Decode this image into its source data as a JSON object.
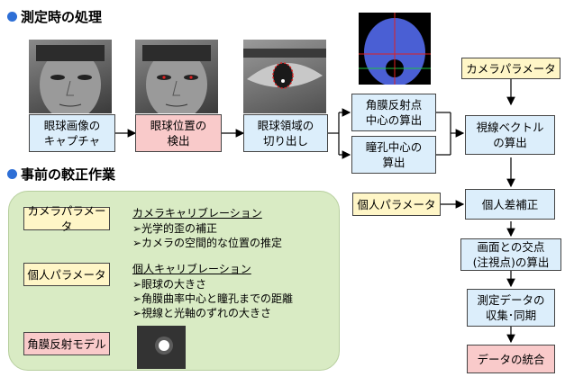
{
  "section1_title": "測定時の処理",
  "section2_title": "事前の較正作業",
  "flow": {
    "capture": "眼球画像の\nキャプチャ",
    "detect": "眼球位置の\n検出",
    "extract": "眼球領域の\n切り出し",
    "cornea_center": "角膜反射点\n中心の算出",
    "pupil_center": "瞳孔中心の\n算出",
    "camera_param": "カメラパラメータ",
    "gaze_vector": "視線ベクトル\nの算出",
    "personal_param": "個人パラメータ",
    "personal_correction": "個人差補正",
    "intersection": "画面との交点\n(注視点)の算出",
    "collect": "測定データの\n収集･同期",
    "integrate": "データの統合"
  },
  "calibration": {
    "camera_param_label": "カメラパラメータ",
    "camera_calib_title": "カメラキャリブレーション",
    "camera_items": [
      "➢光学的歪の補正",
      "➢カメラの空間的な位置の推定"
    ],
    "personal_param_label": "個人パラメータ",
    "personal_calib_title": "個人キャリブレーション",
    "personal_items": [
      "➢眼球の大きさ",
      "➢角膜曲率中心と瞳孔までの距離",
      "➢視線と光軸のずれの大きさ"
    ],
    "cornea_model_label": "角膜反射モデル"
  },
  "colors": {
    "blue_box": "#dceefb",
    "pink_box": "#f9caca",
    "yellow_box": "#fff6c7",
    "panel": "#d9ebc4",
    "dot": "#2e6fd6"
  }
}
